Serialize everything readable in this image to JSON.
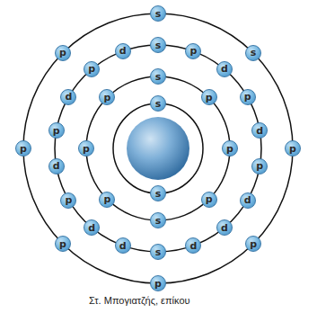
{
  "diagram": {
    "nodes": [
      {
        "text": [
          "s"
        ]
      },
      {
        "text": [
          "s"
        ]
      },
      {
        "text": [
          "s"
        ]
      },
      {
        "text": [
          "p"
        ]
      },
      {
        "text": [
          "p"
        ]
      },
      {
        "text": [
          "p"
        ]
      },
      {
        "text": [
          "s"
        ]
      },
      {
        "text": [
          "p"
        ]
      },
      {
        "text": [
          "p"
        ]
      },
      {
        "text": [
          "p"
        ]
      },
      {
        "text": [
          "s"
        ]
      },
      {
        "text": [
          "p"
        ]
      },
      {
        "text": [
          "d"
        ]
      },
      {
        "text": [
          "p"
        ]
      },
      {
        "text": [
          "d"
        ]
      },
      {
        "text": [
          "p"
        ]
      },
      {
        "text": [
          "d"
        ]
      },
      {
        "text": [
          "d"
        ]
      },
      {
        "text": [
          "d"
        ]
      },
      {
        "text": [
          "s"
        ]
      },
      {
        "text": [
          "d"
        ]
      },
      {
        "text": [
          "d"
        ]
      },
      {
        "text": [
          "p"
        ]
      },
      {
        "text": [
          "d"
        ]
      },
      {
        "text": [
          "p"
        ]
      },
      {
        "text": [
          "d"
        ]
      },
      {
        "text": [
          "p"
        ]
      },
      {
        "text": [
          "d"
        ]
      },
      {
        "text": [
          "s"
        ]
      },
      {
        "text": [
          "s"
        ]
      },
      {
        "text": [
          "p"
        ]
      },
      {
        "text": [
          "p"
        ]
      },
      {
        "text": [
          "p"
        ]
      },
      {
        "text": [
          "p"
        ]
      },
      {
        "text": [
          "p"
        ]
      },
      {
        "text": [
          "p"
        ]
      }
    ],
    "labels": [
      "Στ. Μπογιατζής, επίκου"
    ]
  }
}
